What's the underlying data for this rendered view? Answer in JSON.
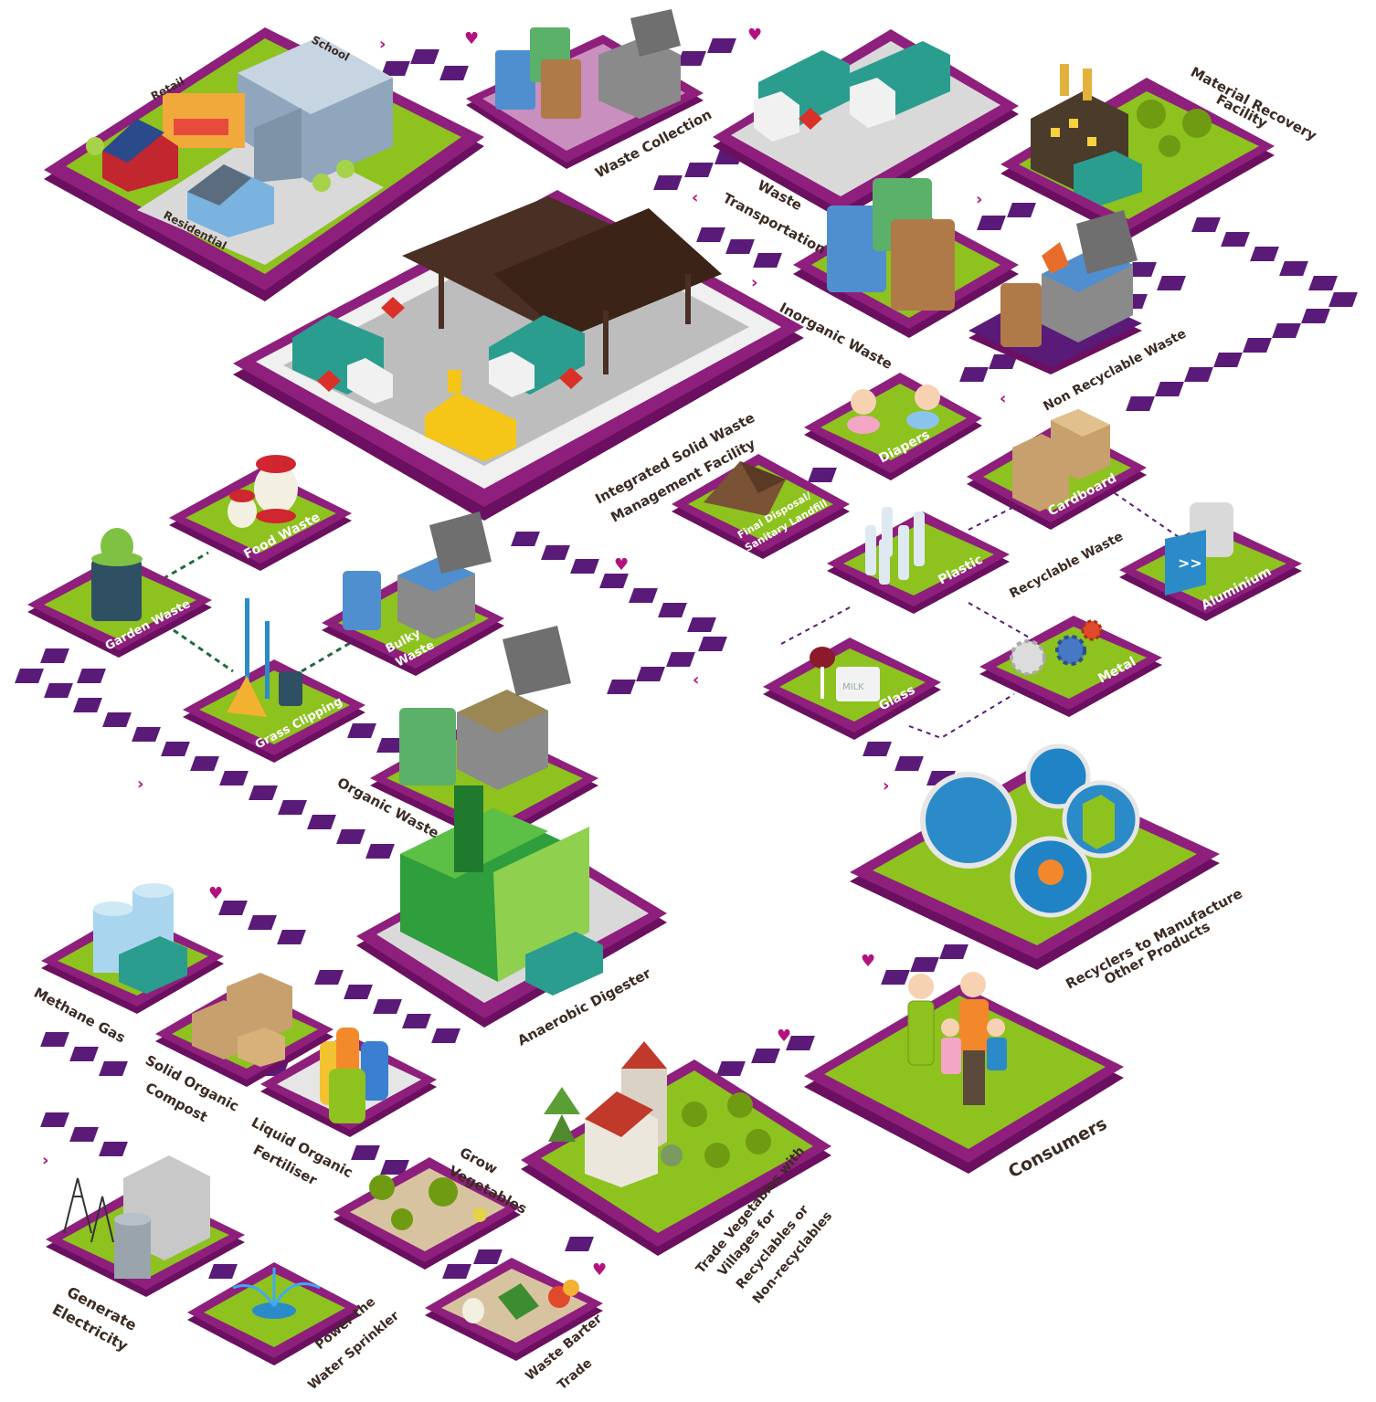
{
  "colors": {
    "purple": "#8e1f7c",
    "purple_dark": "#6b1060",
    "lime": "#8dc21f",
    "lime_dark": "#6f9b12",
    "path": "#5a1a78",
    "grey_pad": "#d9d9d9",
    "label": "#3b2b23",
    "heart": "#b3127e"
  },
  "labels": {
    "school": "School",
    "retail": "Retail",
    "residential": "Residential",
    "waste_collection": "Waste Collection",
    "waste_transportation_1": "Waste",
    "waste_transportation_2": "Transportation",
    "mrf_1": "Material Recovery",
    "mrf_2": "Facility",
    "inorganic_waste": "Inorganic Waste",
    "non_recyclable_waste": "Non Recyclable Waste",
    "iswm_1": "Integrated Solid Waste",
    "iswm_2": "Management Facility",
    "diapers": "Diapers",
    "cardboard": "Cardboard",
    "final_disposal_1": "Final Disposal/",
    "final_disposal_2": "Sanitary Landfill",
    "plastic": "Plastic",
    "recyclable_waste": "Recyclable Waste",
    "aluminium": "Aluminium",
    "glass": "Glass",
    "milk": "MILK",
    "metal": "Metal",
    "food_waste": "Food Waste",
    "garden_waste": "Garden Waste",
    "bulky_waste_1": "Bulky",
    "bulky_waste_2": "Waste",
    "grass_clipping": "Grass Clipping",
    "organic_waste": "Organic Waste",
    "recyclers_1": "Recyclers to Manufacture",
    "recyclers_2": "Other Products",
    "methane_gas": "Methane Gas",
    "anaerobic_digester": "Anaerobic Digester",
    "solid_compost_1": "Solid Organic",
    "solid_compost_2": "Compost",
    "liquid_fert_1": "Liquid Organic",
    "liquid_fert_2": "Fertiliser",
    "grow_veg_1": "Grow",
    "grow_veg_2": "Vegetables",
    "consumers": "Consumers",
    "trade_1": "Trade Vegetables with",
    "trade_2": "Villages for",
    "trade_3": "Recyclables or",
    "trade_4": "Non-recyclables",
    "generate_1": "Generate",
    "generate_2": "Electricity",
    "sprinkler_1": "Power the",
    "sprinkler_2": "Water Sprinkler",
    "barter_1": "Waste Barter",
    "barter_2": "Trade"
  }
}
